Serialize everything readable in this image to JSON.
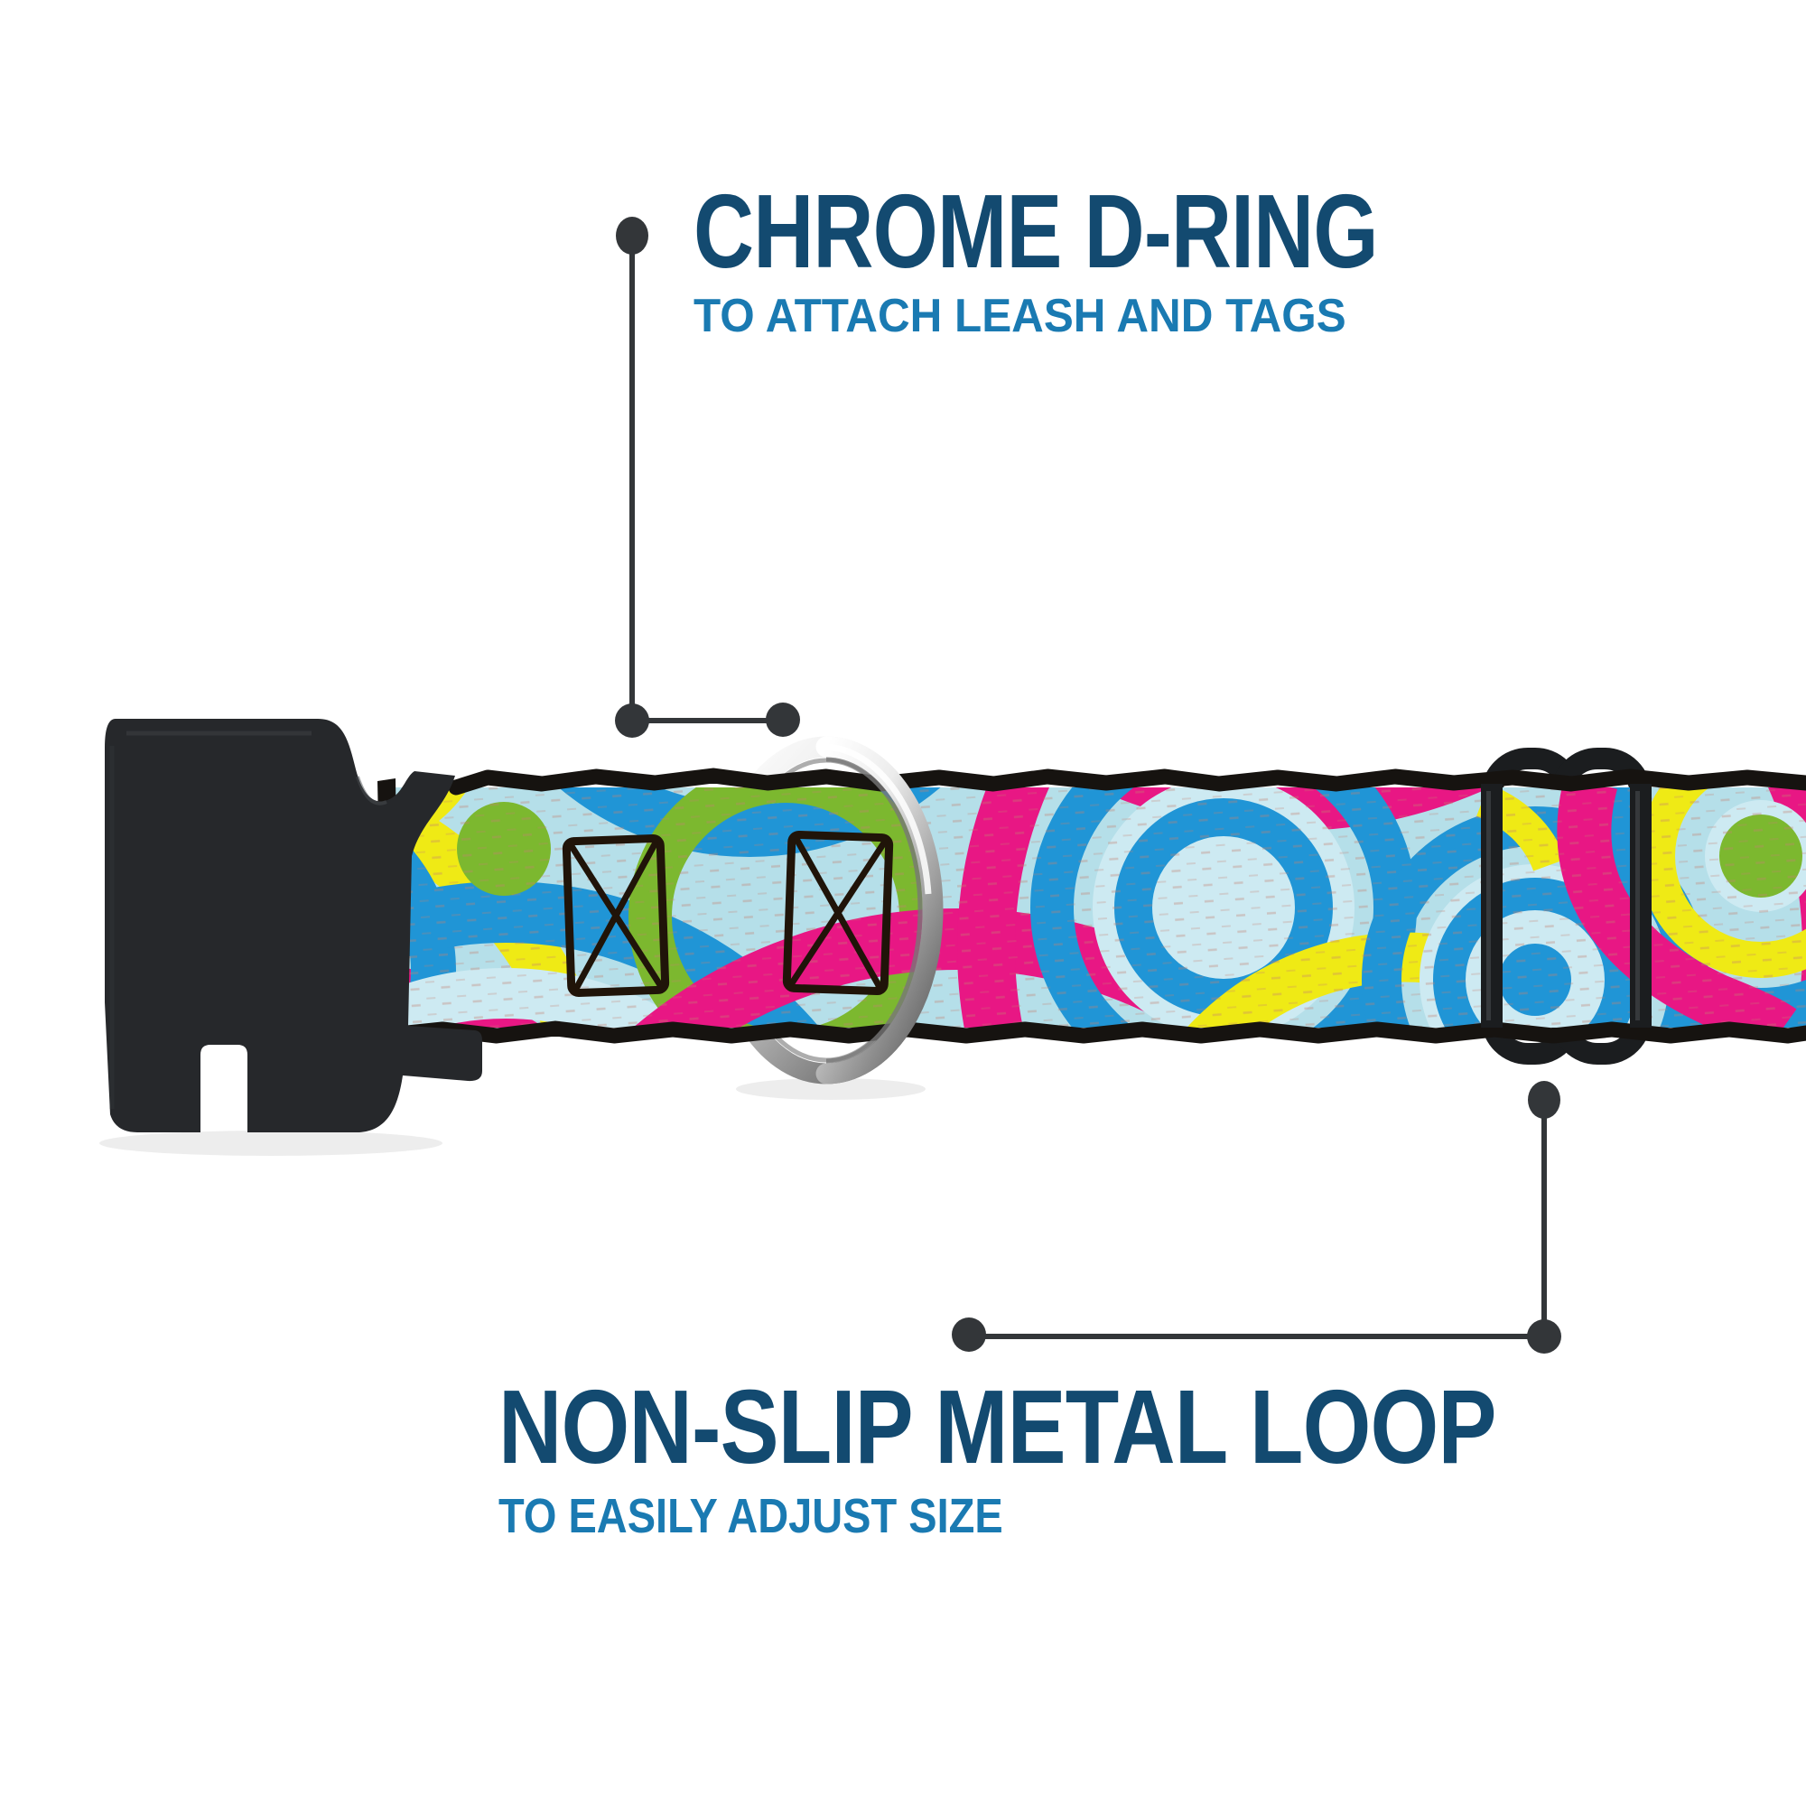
{
  "colors": {
    "navy": "#134a70",
    "sub_blue": "#1a7ab2",
    "callout": "#333639",
    "web_bg": "#b5dfe9",
    "pale": "#cdeaf2",
    "ring_blue": "#2095d6",
    "ring_pink": "#e81784",
    "ring_yellow": "#efea15",
    "ring_green": "#7cb82f",
    "selvage": "#161310",
    "buckle": "#26282b",
    "slider": "#1b1d1f",
    "stitch": "#201409",
    "chrome": "#c9c9c9"
  },
  "callouts": {
    "d_ring": {
      "title": "CHROME D-RING",
      "subtitle": "TO ATTACH LEASH AND TAGS"
    },
    "metal_loop": {
      "title": "NON-SLIP METAL LOOP",
      "subtitle": "TO EASILY ADJUST SIZE"
    }
  }
}
